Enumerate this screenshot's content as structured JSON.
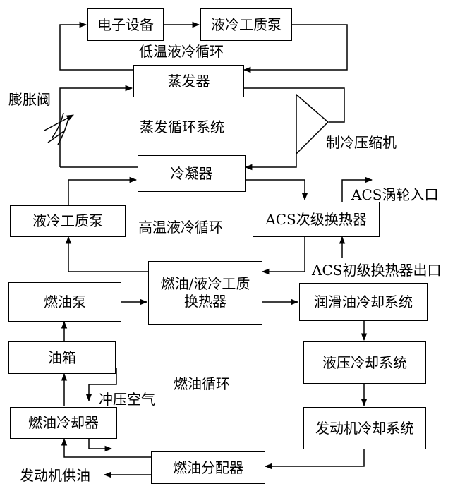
{
  "boxes": {
    "electronic_equipment": "电子设备",
    "coolant_pump_top": "液冷工质泵",
    "evaporator": "蒸发器",
    "condenser": "冷凝器",
    "coolant_pump_left": "液冷工质泵",
    "acs_secondary_hx": "ACS次级换热器",
    "fuel_pump": "燃油泵",
    "fuel_coolant_hx": "燃油/液冷工质\n换热器",
    "lube_oil_cooling": "润滑油冷却系统",
    "fuel_tank": "油箱",
    "hydraulic_cooling": "液压冷却系统",
    "fuel_cooler": "燃油冷却器",
    "engine_cooling": "发动机冷却系统",
    "fuel_distributor": "燃油分配器"
  },
  "labels": {
    "low_temp_loop": "低温液冷循环",
    "expansion_valve": "膨胀阀",
    "evap_cycle": "蒸发循环系统",
    "compressor": "制冷压缩机",
    "acs_turbine_inlet": "ACS涡轮入口",
    "high_temp_loop": "高温液冷循环",
    "acs_primary_outlet": "ACS初级换热器出口",
    "fuel_loop": "燃油循环",
    "ram_air": "冲压空气",
    "engine_fuel_supply": "发动机供油"
  }
}
